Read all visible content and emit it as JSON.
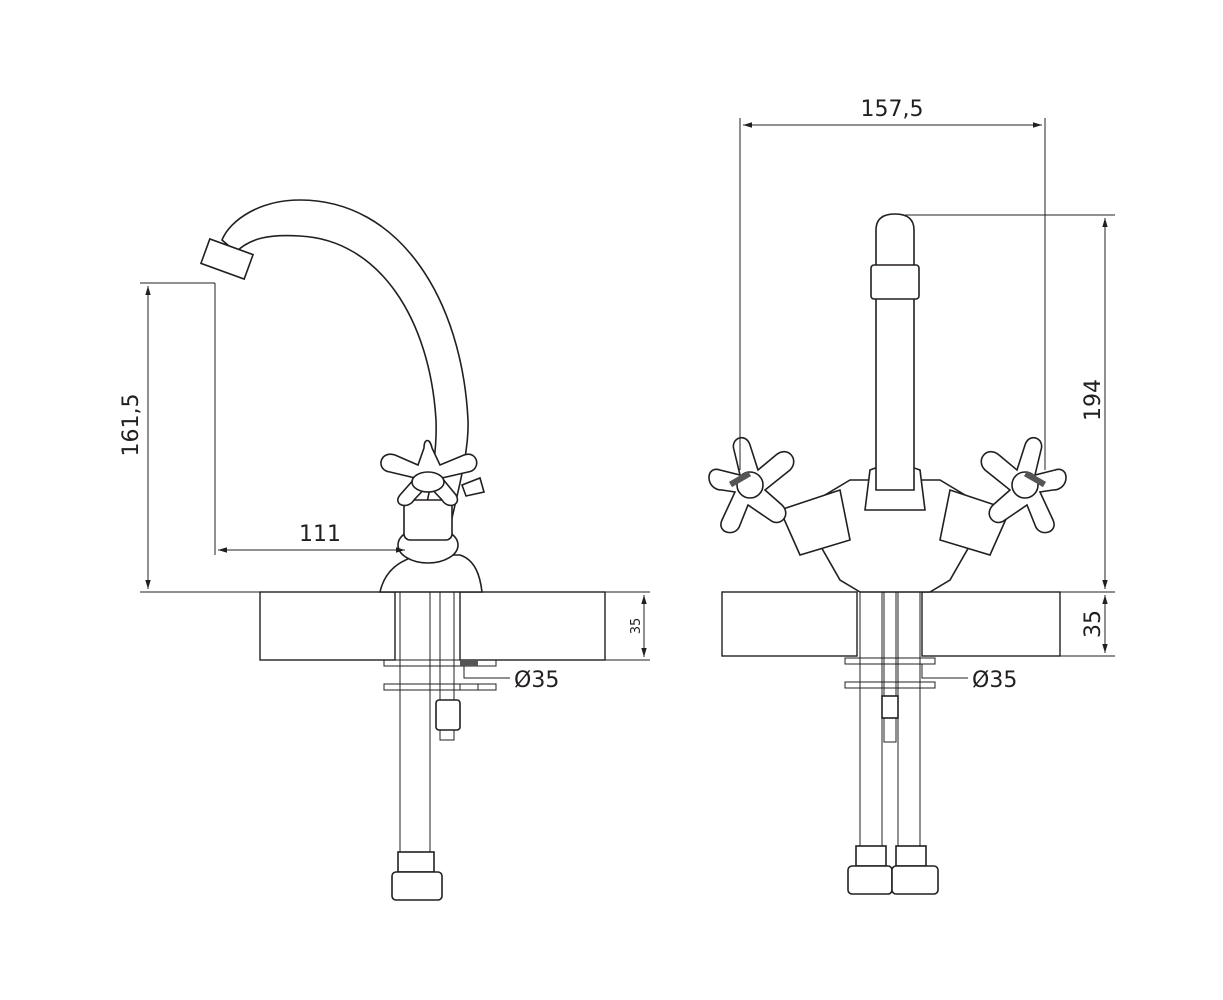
{
  "side_view": {
    "height_label": "161,5",
    "reach_label": "111",
    "counter_thickness_label": "35",
    "hole_diameter_label": "Ø35"
  },
  "front_view": {
    "width_label": "157,5",
    "height_label": "194",
    "counter_thickness_label": "35",
    "hole_diameter_label": "Ø35"
  }
}
